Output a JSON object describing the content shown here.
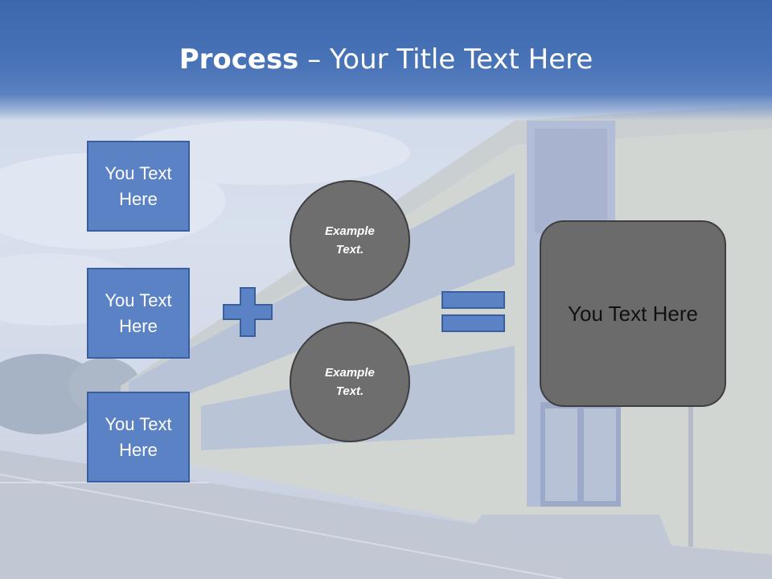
{
  "slide": {
    "title_bold": "Process",
    "title_rest": " – Your Title Text Here",
    "left_boxes": [
      "You Text Here",
      "You Text Here",
      "You Text Here"
    ],
    "circles": [
      "Example Text.",
      "Example Text."
    ],
    "result_text": "You Text Here"
  },
  "colors": {
    "header": "#4a74b8",
    "box_fill": "#5b82c4",
    "box_border": "#3b5f9e",
    "circle_fill": "#6e6e6e",
    "result_fill": "#6b6b6b"
  },
  "icons": [
    "plus-icon",
    "equals-icon"
  ]
}
